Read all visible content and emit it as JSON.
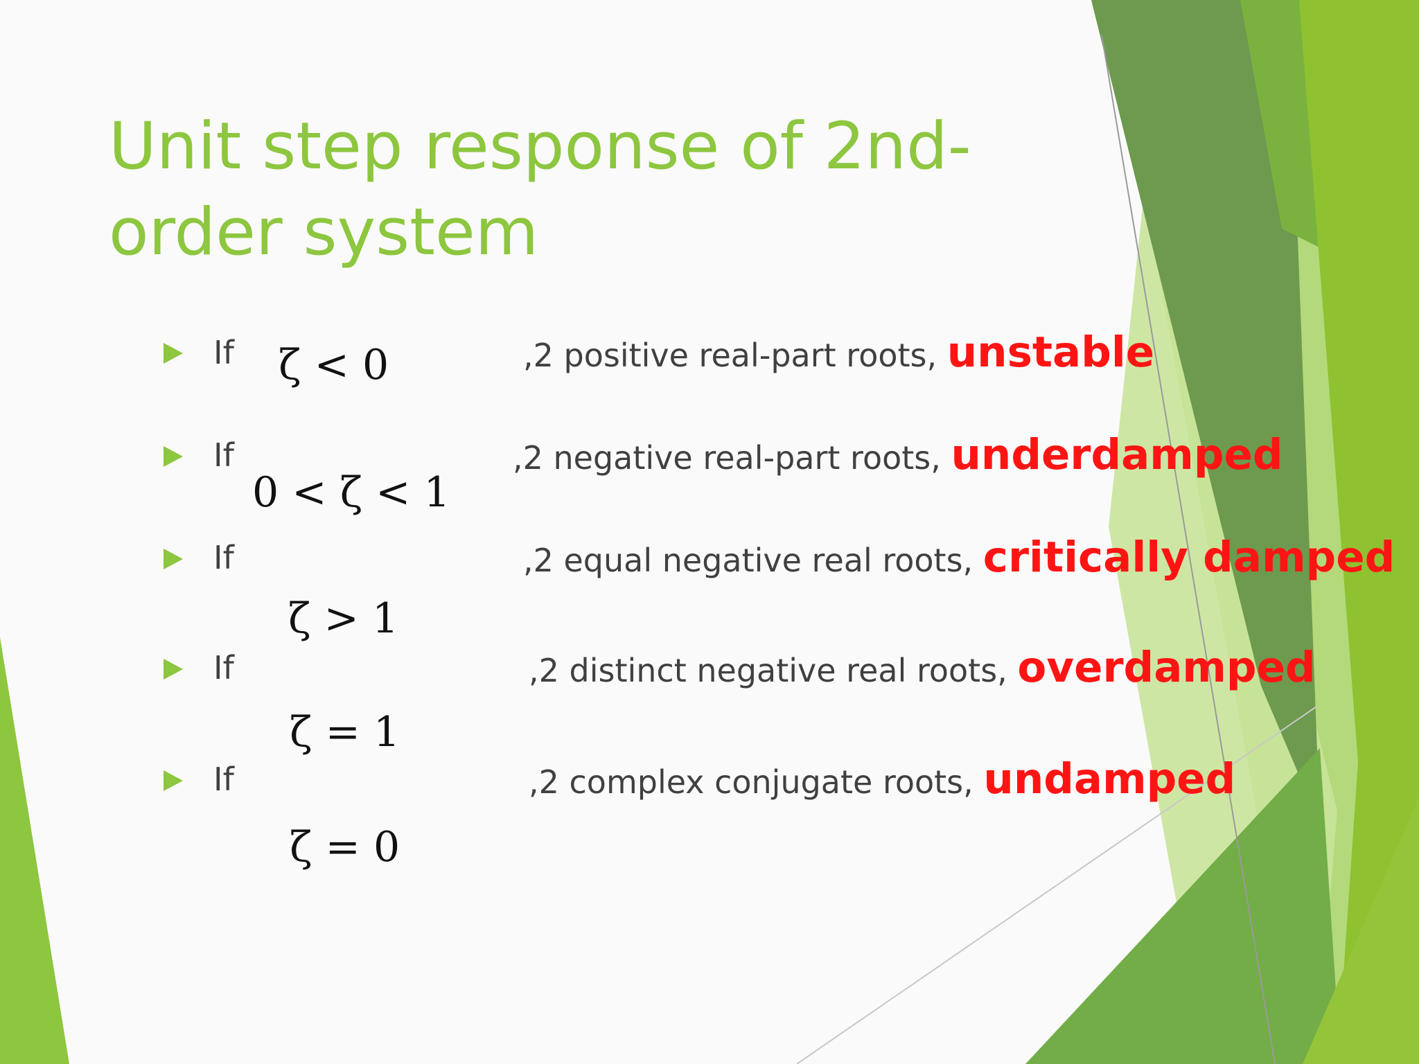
{
  "title": "Unit step response of 2nd-order system",
  "colors": {
    "title": "#8dc63f",
    "body_text": "#404040",
    "term_highlight": "#ff1414",
    "bullet": "#8dc63f"
  },
  "rows": [
    {
      "if": "If",
      "condition": "ζ < 0",
      "text": ",2 positive real-part roots,",
      "term": "unstable"
    },
    {
      "if": "If",
      "condition": "0 < ζ < 1",
      "text": ",2 negative real-part roots,",
      "term": "underdamped"
    },
    {
      "if": "If",
      "condition": "ζ > 1",
      "text": ",2 equal negative real roots,",
      "term": "critically damped"
    },
    {
      "if": "If",
      "condition": "ζ = 1",
      "text": ",2 distinct  negative real roots,",
      "term": "overdamped"
    },
    {
      "if": "If",
      "condition": "ζ = 0",
      "text": ",2 complex conjugate roots,",
      "term": "undamped"
    }
  ]
}
